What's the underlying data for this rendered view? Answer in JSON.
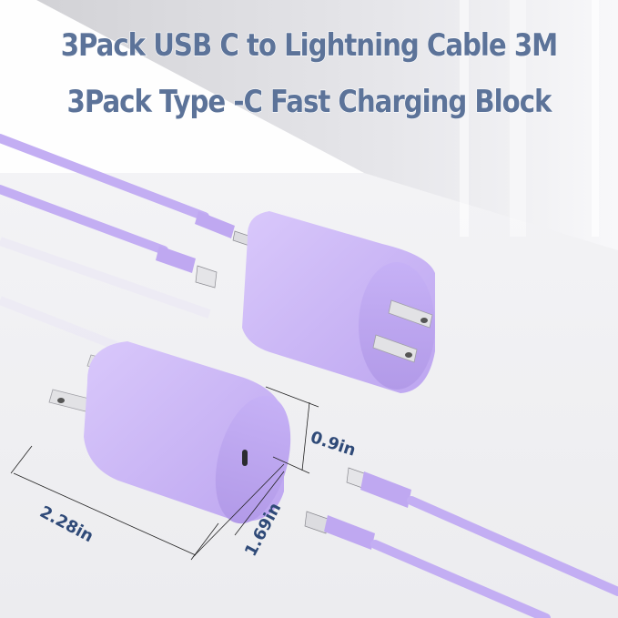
{
  "headline": {
    "line1": "3Pack USB C to Lightning Cable 3M",
    "line2": "3Pack Type -C Fast Charging Block"
  },
  "dimensions": {
    "width_label": "2.28in",
    "depth_label": "0.9in",
    "height_label": "1.69in"
  },
  "colors": {
    "headline_text": "#5c7399",
    "dimension_text": "#2f4a78",
    "product_purple": "#c9b4f5",
    "background": "#f3f3f5"
  },
  "products": [
    {
      "type": "usb-c-power-adapter",
      "color": "purple"
    },
    {
      "type": "usb-c-power-adapter",
      "color": "purple"
    },
    {
      "type": "usb-c-to-lightning-cable",
      "color": "purple"
    },
    {
      "type": "usb-c-to-lightning-cable",
      "color": "purple"
    }
  ]
}
